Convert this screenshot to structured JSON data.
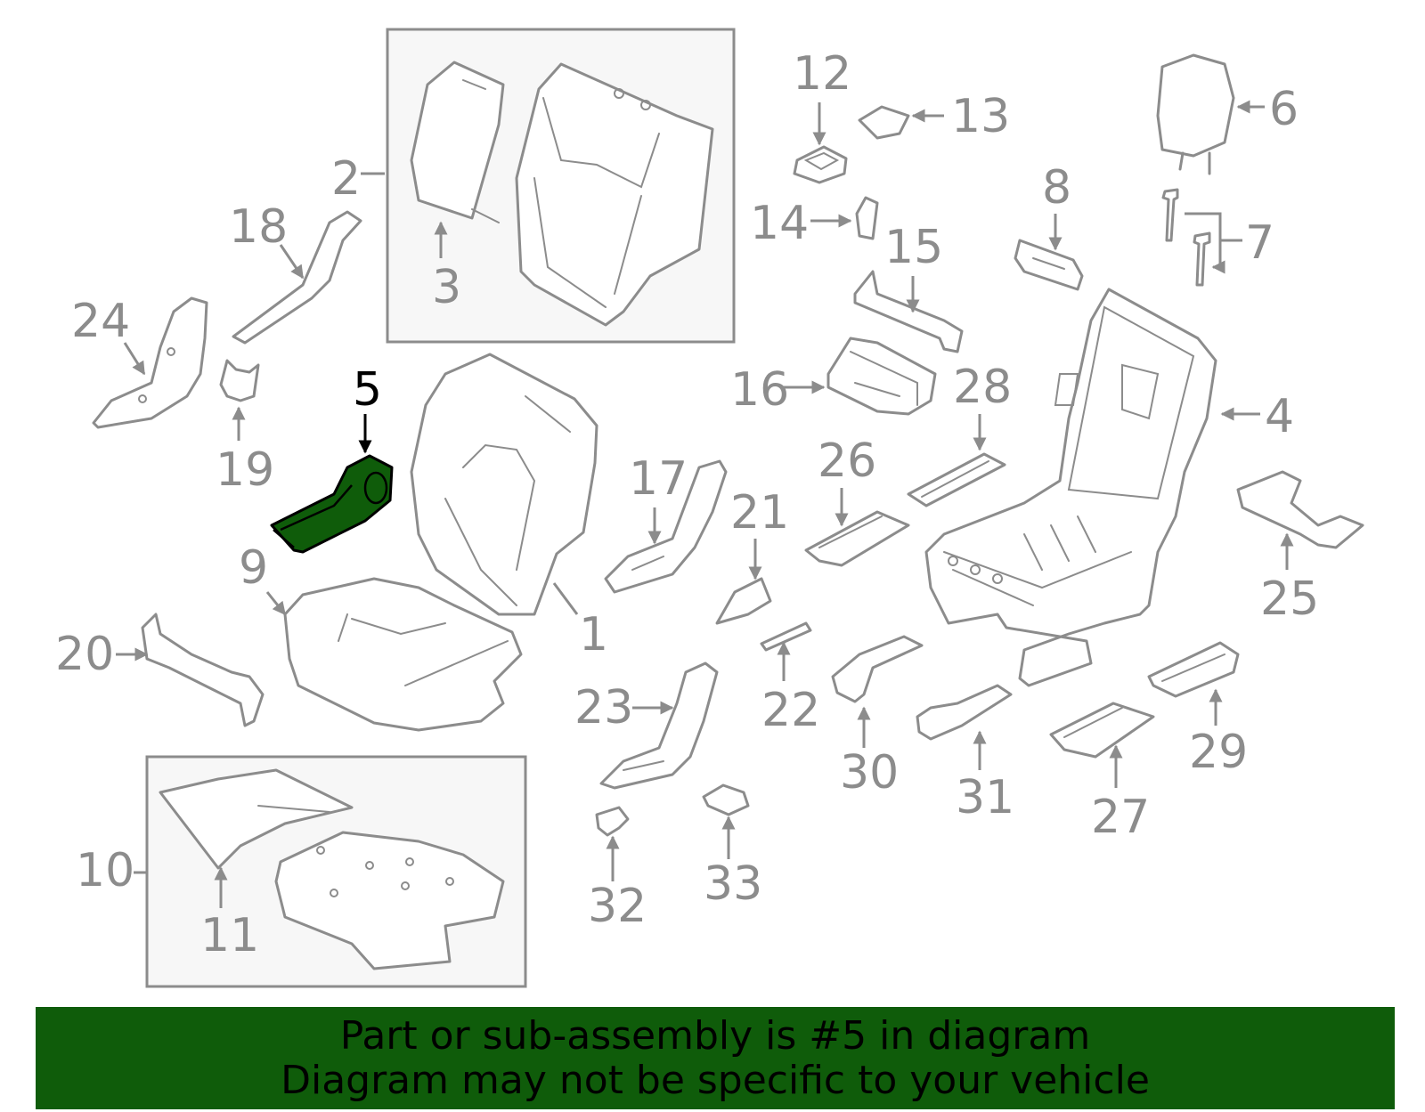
{
  "highlight_color": "#0f5c0a",
  "highlighted_part": "5",
  "callouts": {
    "c1": "1",
    "c2": "2",
    "c3": "3",
    "c4": "4",
    "c5": "5",
    "c6": "6",
    "c7": "7",
    "c8": "8",
    "c9": "9",
    "c10": "10",
    "c11": "11",
    "c12": "12",
    "c13": "13",
    "c14": "14",
    "c15": "15",
    "c16": "16",
    "c17": "17",
    "c18": "18",
    "c19": "19",
    "c20": "20",
    "c21": "21",
    "c22": "22",
    "c23": "23",
    "c24": "24",
    "c25": "25",
    "c26": "26",
    "c27": "27",
    "c28": "28",
    "c29": "29",
    "c30": "30",
    "c31": "31",
    "c32": "32",
    "c33": "33"
  },
  "banner": {
    "line1": "Part or sub-assembly is #5 in diagram",
    "line2": "Diagram may not be specific to your vehicle"
  }
}
